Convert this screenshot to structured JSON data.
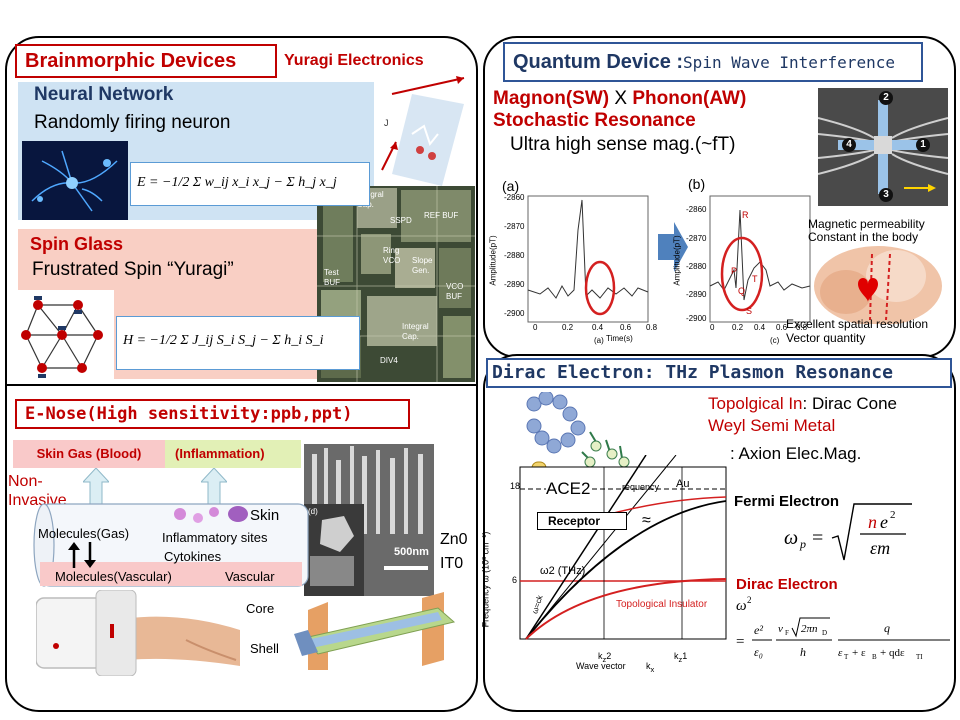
{
  "brain": {
    "title": "Brainmorphic Devices",
    "subtitle": "Yuragi Electronics",
    "nn_title": "Neural Network",
    "nn_desc": "Randomly firing neuron",
    "eq_E": "E = −1/2 Σ w_ij x_i x_j − Σ h_j x_j",
    "sg_title": "Spin Glass",
    "sg_desc": "Frustrated Spin “Yuragi”",
    "eq_H": "H = −1/2 Σ J_ij S_i S_j − Σ h_i S_i",
    "chip_labels": [
      "Integral Cap.",
      "SSPD",
      "REF BUF",
      "Ring VCO",
      "Slope Gen.",
      "Test BUF",
      "VCO BUF",
      "Integral Cap.",
      "DIV4"
    ],
    "colors": {
      "nn_bg": "#cfe3f3",
      "sg_bg": "#f9cfc4",
      "title_red": "#c00000"
    }
  },
  "enose": {
    "title": "E-Nose(High sensitivity:ppb,ppt)",
    "skin_gas": "Skin Gas (Blood)",
    "inflammation": "(Inflammation)",
    "non_invasive": "Non-\nInvasive",
    "skin": "Skin",
    "mol_gas": "Molecules(Gas)",
    "inflam_sites": "Inflammatory  sites",
    "cytokines": "Cytokines",
    "mol_vasc": "Molecules(Vascular)",
    "vascular": "Vascular",
    "scale": "500nm",
    "zno": "Zn0",
    "ito": "IT0",
    "core": "Core",
    "shell": "Shell"
  },
  "quantum": {
    "title_main": "Quantum Device :",
    "title_sub": "Spin Wave Interference",
    "magnon": "Magnon(SW)",
    "x": "X",
    "phonon": "Phonon(AW)",
    "stochastic": "Stochastic Resonance",
    "ultra": "Ultra high sense mag.(~fT)",
    "perm1": "Magnetic permeability",
    "perm2": "Constant in the body",
    "excellent": "Excellent spatial resolution",
    "vector": "Vector quantity",
    "device_numbers": [
      "2",
      "4",
      "1",
      "3"
    ],
    "chart_a": {
      "label": "(a)",
      "ylabel": "Amplitude(pT)",
      "yticks": [
        "-2860",
        "-2870",
        "-2880",
        "-2890",
        "-2900"
      ],
      "xticks": [
        "0",
        "0.2",
        "0.4",
        "0.6",
        "0.8"
      ],
      "xlabel": "Time(s)",
      "caption": "(a)"
    },
    "chart_b": {
      "label": "(b)",
      "ylabel": "Amplitude(pT)",
      "yticks": [
        "-2860",
        "-2870",
        "-2880",
        "-2890",
        "-2900"
      ],
      "xticks": [
        "0",
        "0.2",
        "0.4",
        "0.6",
        "0.8"
      ],
      "caption": "(c)",
      "peaks": [
        "R",
        "P",
        "T",
        "Q",
        "S"
      ]
    }
  },
  "dirac": {
    "title": "Dirac Electron: THz Plasmon Resonance",
    "topo": "Topolgical In",
    "dirac_cone": ": Dirac Cone",
    "weyl": "Weyl Semi Metal",
    "axion": ": Axion Elec.Mag.",
    "ace2": "ACE2",
    "receptor": "Receptor",
    "fermi": "Fermi Electron",
    "dirac_e": "Dirac Electron",
    "chart": {
      "ylabel": "Frequency ω (10³ cm⁻¹)",
      "xlabel": "Wave vector",
      "kx": "k",
      "y18": "18",
      "y6": "6",
      "omega2": "ω2 (THz)",
      "frequency": "requency",
      "au": "Au",
      "topo_ins": "Topological Insulator",
      "k2": "k",
      "k1": "k",
      "omega_ck": "ω=ck"
    }
  }
}
